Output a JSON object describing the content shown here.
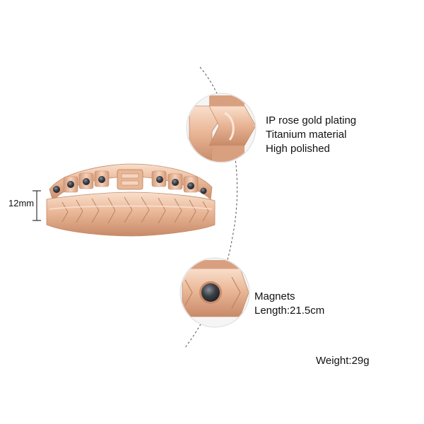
{
  "dimension": {
    "width_label": "12mm"
  },
  "detail_top": {
    "lines": [
      "IP rose gold plating",
      "Titanium material",
      "High polished"
    ]
  },
  "detail_bottom": {
    "lines": [
      "Magnets",
      "Length:21.5cm"
    ]
  },
  "weight": "Weight:29g",
  "colors": {
    "rose_gold": "#e8b493",
    "rose_gold_dark": "#c98d6c",
    "rose_gold_light": "#f7d9c4",
    "magnet": "#3a3f46",
    "background": "#ffffff"
  }
}
